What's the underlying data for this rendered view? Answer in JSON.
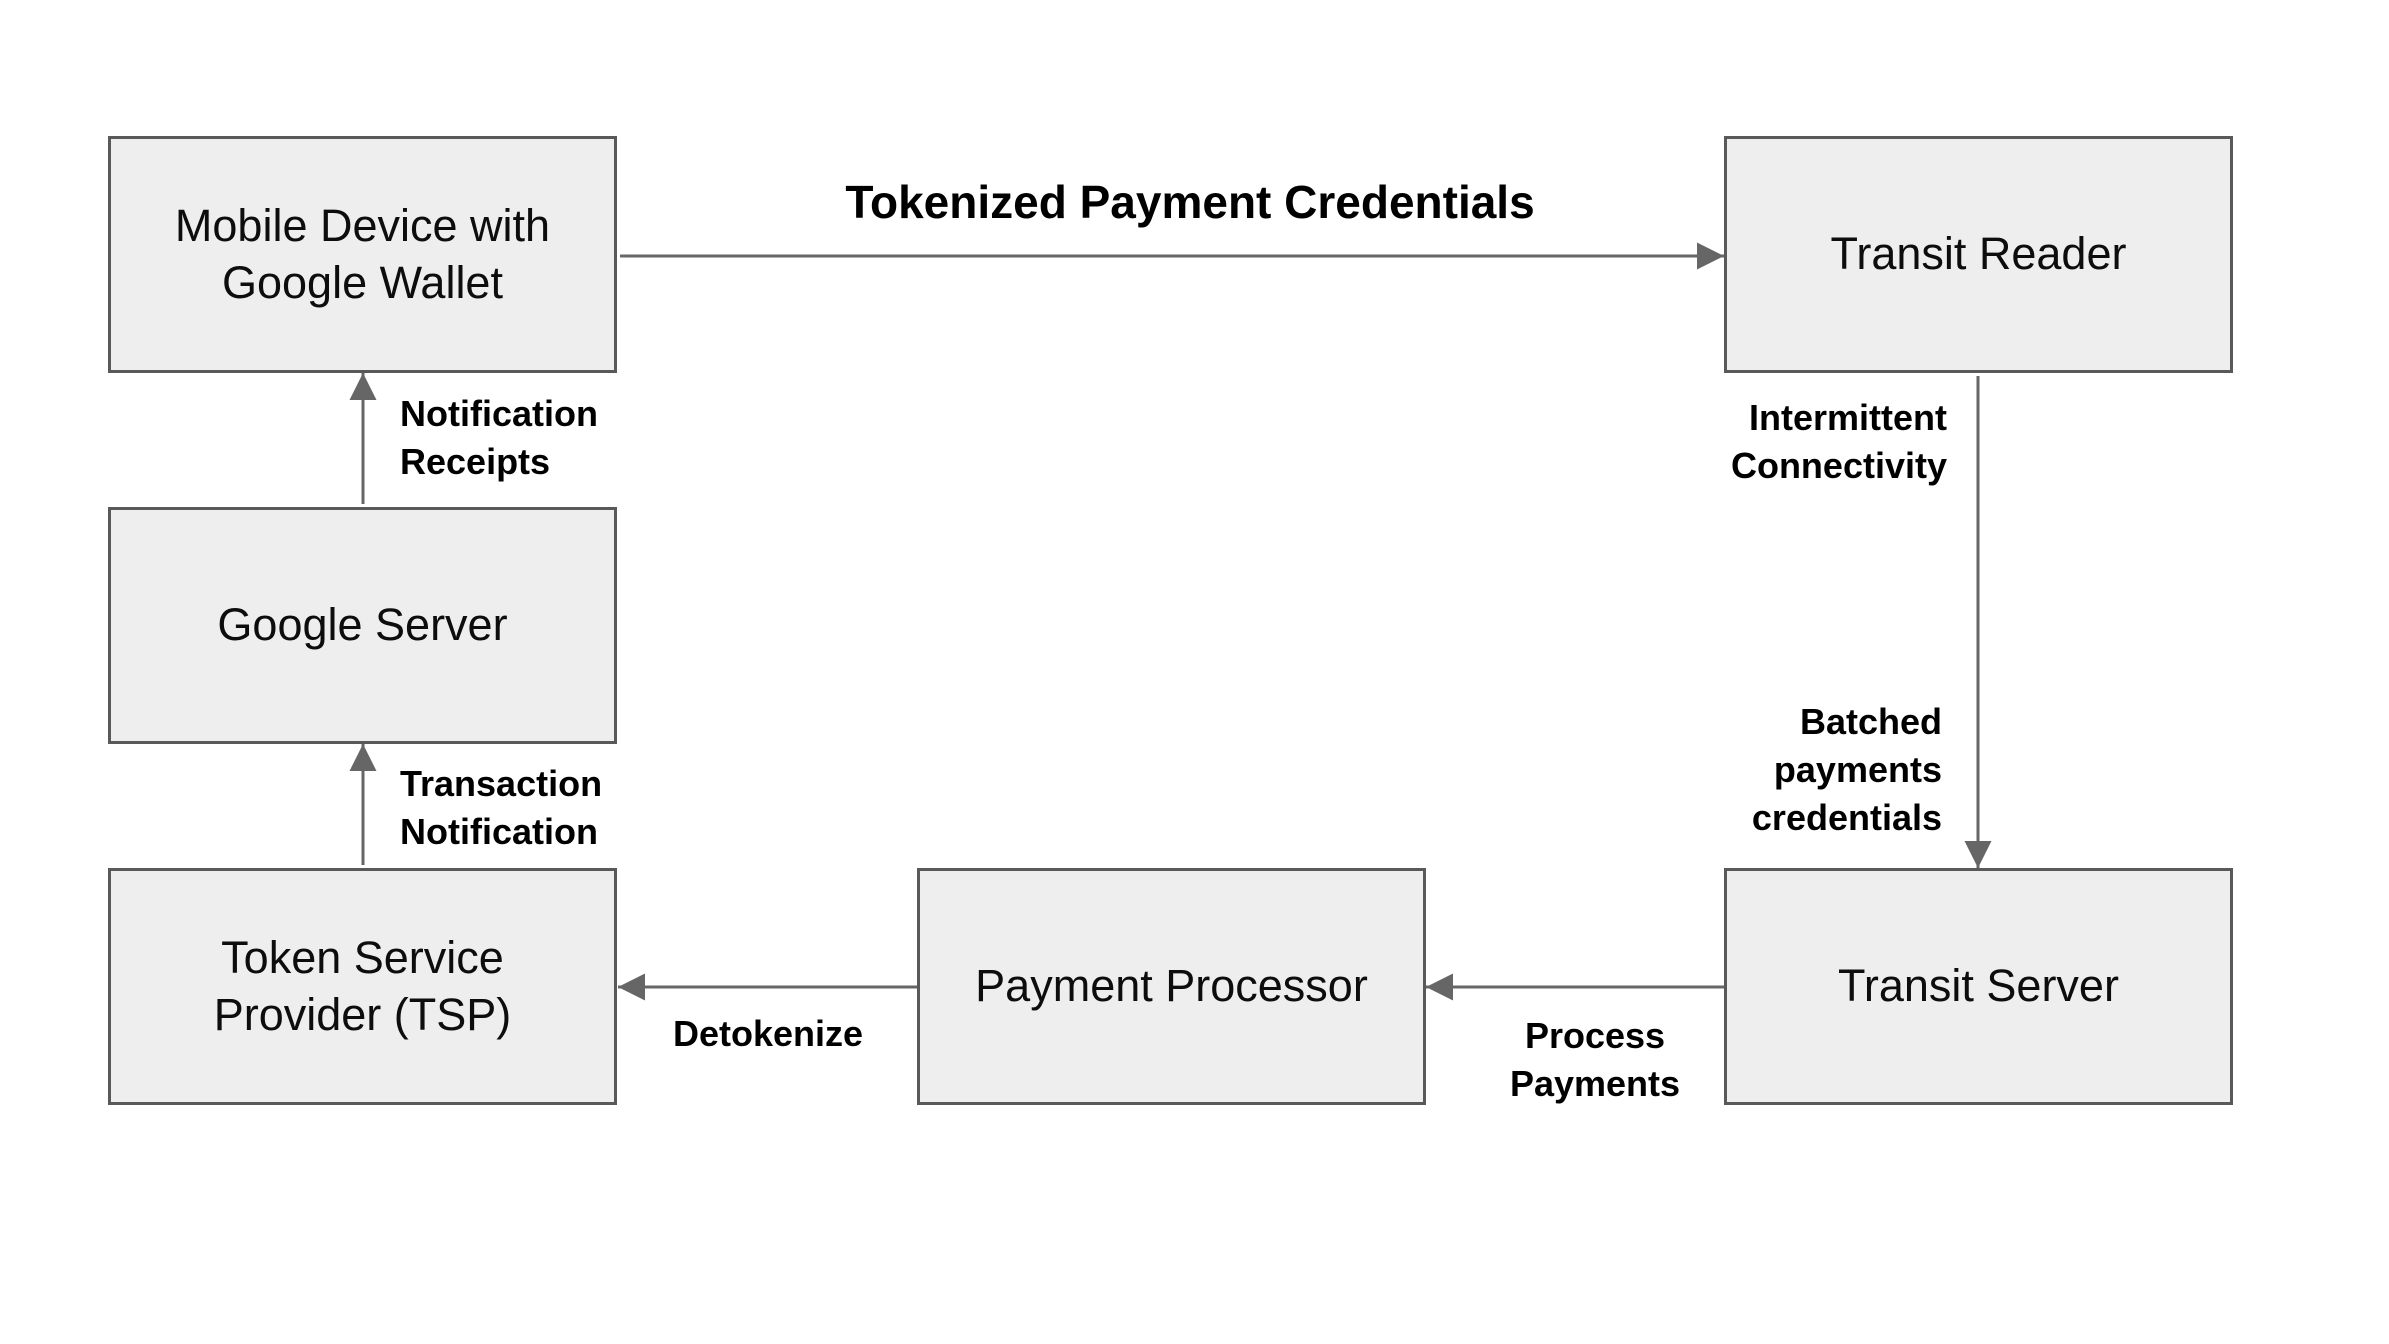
{
  "diagram": {
    "type": "flow-diagram",
    "background": "#ffffff",
    "colors": {
      "node_fill": "#eeeeee",
      "node_border": "#595959",
      "arrow": "#666666",
      "label_text": "#000000",
      "node_text": "#0d0d0d"
    },
    "nodes": [
      {
        "id": "mobile-device-google-wallet",
        "label": "Mobile Device with\nGoogle Wallet"
      },
      {
        "id": "transit-reader",
        "label": "Transit Reader"
      },
      {
        "id": "google-server",
        "label": "Google Server"
      },
      {
        "id": "token-service-provider",
        "label": "Token Service\nProvider (TSP)"
      },
      {
        "id": "payment-processor",
        "label": "Payment Processor"
      },
      {
        "id": "transit-server",
        "label": "Transit Server"
      }
    ],
    "edges": [
      {
        "from": "mobile-device-google-wallet",
        "to": "transit-reader",
        "direction": "right",
        "labels": [
          "Tokenized Payment Credentials"
        ]
      },
      {
        "from": "transit-reader",
        "to": "transit-server",
        "direction": "down",
        "labels": [
          "Intermittent\nConnectivity",
          "Batched\npayments\ncredentials"
        ]
      },
      {
        "from": "transit-server",
        "to": "payment-processor",
        "direction": "left",
        "labels": [
          "Process\nPayments"
        ]
      },
      {
        "from": "payment-processor",
        "to": "token-service-provider",
        "direction": "left",
        "labels": [
          "Detokenize"
        ]
      },
      {
        "from": "token-service-provider",
        "to": "google-server",
        "direction": "up",
        "labels": [
          "Transaction\nNotification"
        ]
      },
      {
        "from": "google-server",
        "to": "mobile-device-google-wallet",
        "direction": "up",
        "labels": [
          "Notification\nReceipts"
        ]
      }
    ]
  }
}
